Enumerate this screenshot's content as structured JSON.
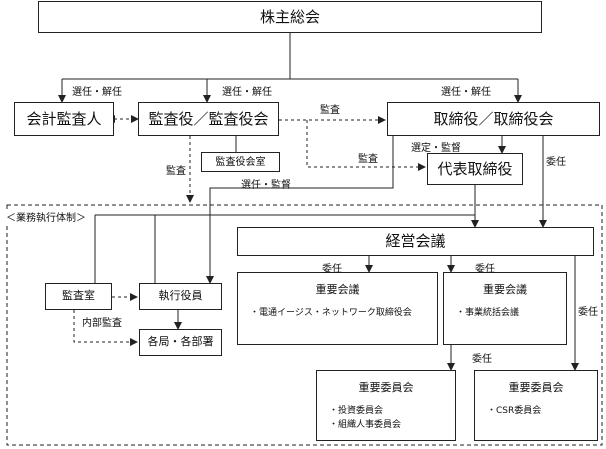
{
  "nodes": {
    "shareholders": "株主総会",
    "auditor": "会計監査人",
    "audit_board": "監査役／監査役会",
    "audit_office": "監査役会室",
    "board": "取締役／取締役会",
    "rep_director": "代表取締役",
    "management": "経営会議",
    "audit_dept": "監査室",
    "exec_officers": "執行役員",
    "departments": "各局・各部署",
    "mtg_left": {
      "title": "重要会議",
      "items": [
        "・電通イージス・ネットワーク取締役会"
      ]
    },
    "mtg_right": {
      "title": "重要会議",
      "items": [
        "・事業統括会議"
      ]
    },
    "cmt_left": {
      "title": "重要委員会",
      "items": [
        "・投資委員会",
        "・組織人事委員会"
      ]
    },
    "cmt_right": {
      "title": "重要委員会",
      "items": [
        "・CSR委員会"
      ]
    }
  },
  "labels": {
    "elect1": "選任・解任",
    "elect2": "選任・解任",
    "elect3": "選任・解任",
    "audit_top": "監査",
    "audit_mid": "監査",
    "audit_left": "監査",
    "elect_supervise_rep": "選定・監督",
    "elect_supervise_exec": "選任・監督",
    "delegate_rep": "委任",
    "delegate_mgmt1": "委任",
    "delegate_mgmt2": "委任",
    "delegate_cmt": "委任",
    "delegate_right": "委任",
    "internal_audit": "内部監査",
    "exec_system": "＜業務執行体制＞"
  }
}
